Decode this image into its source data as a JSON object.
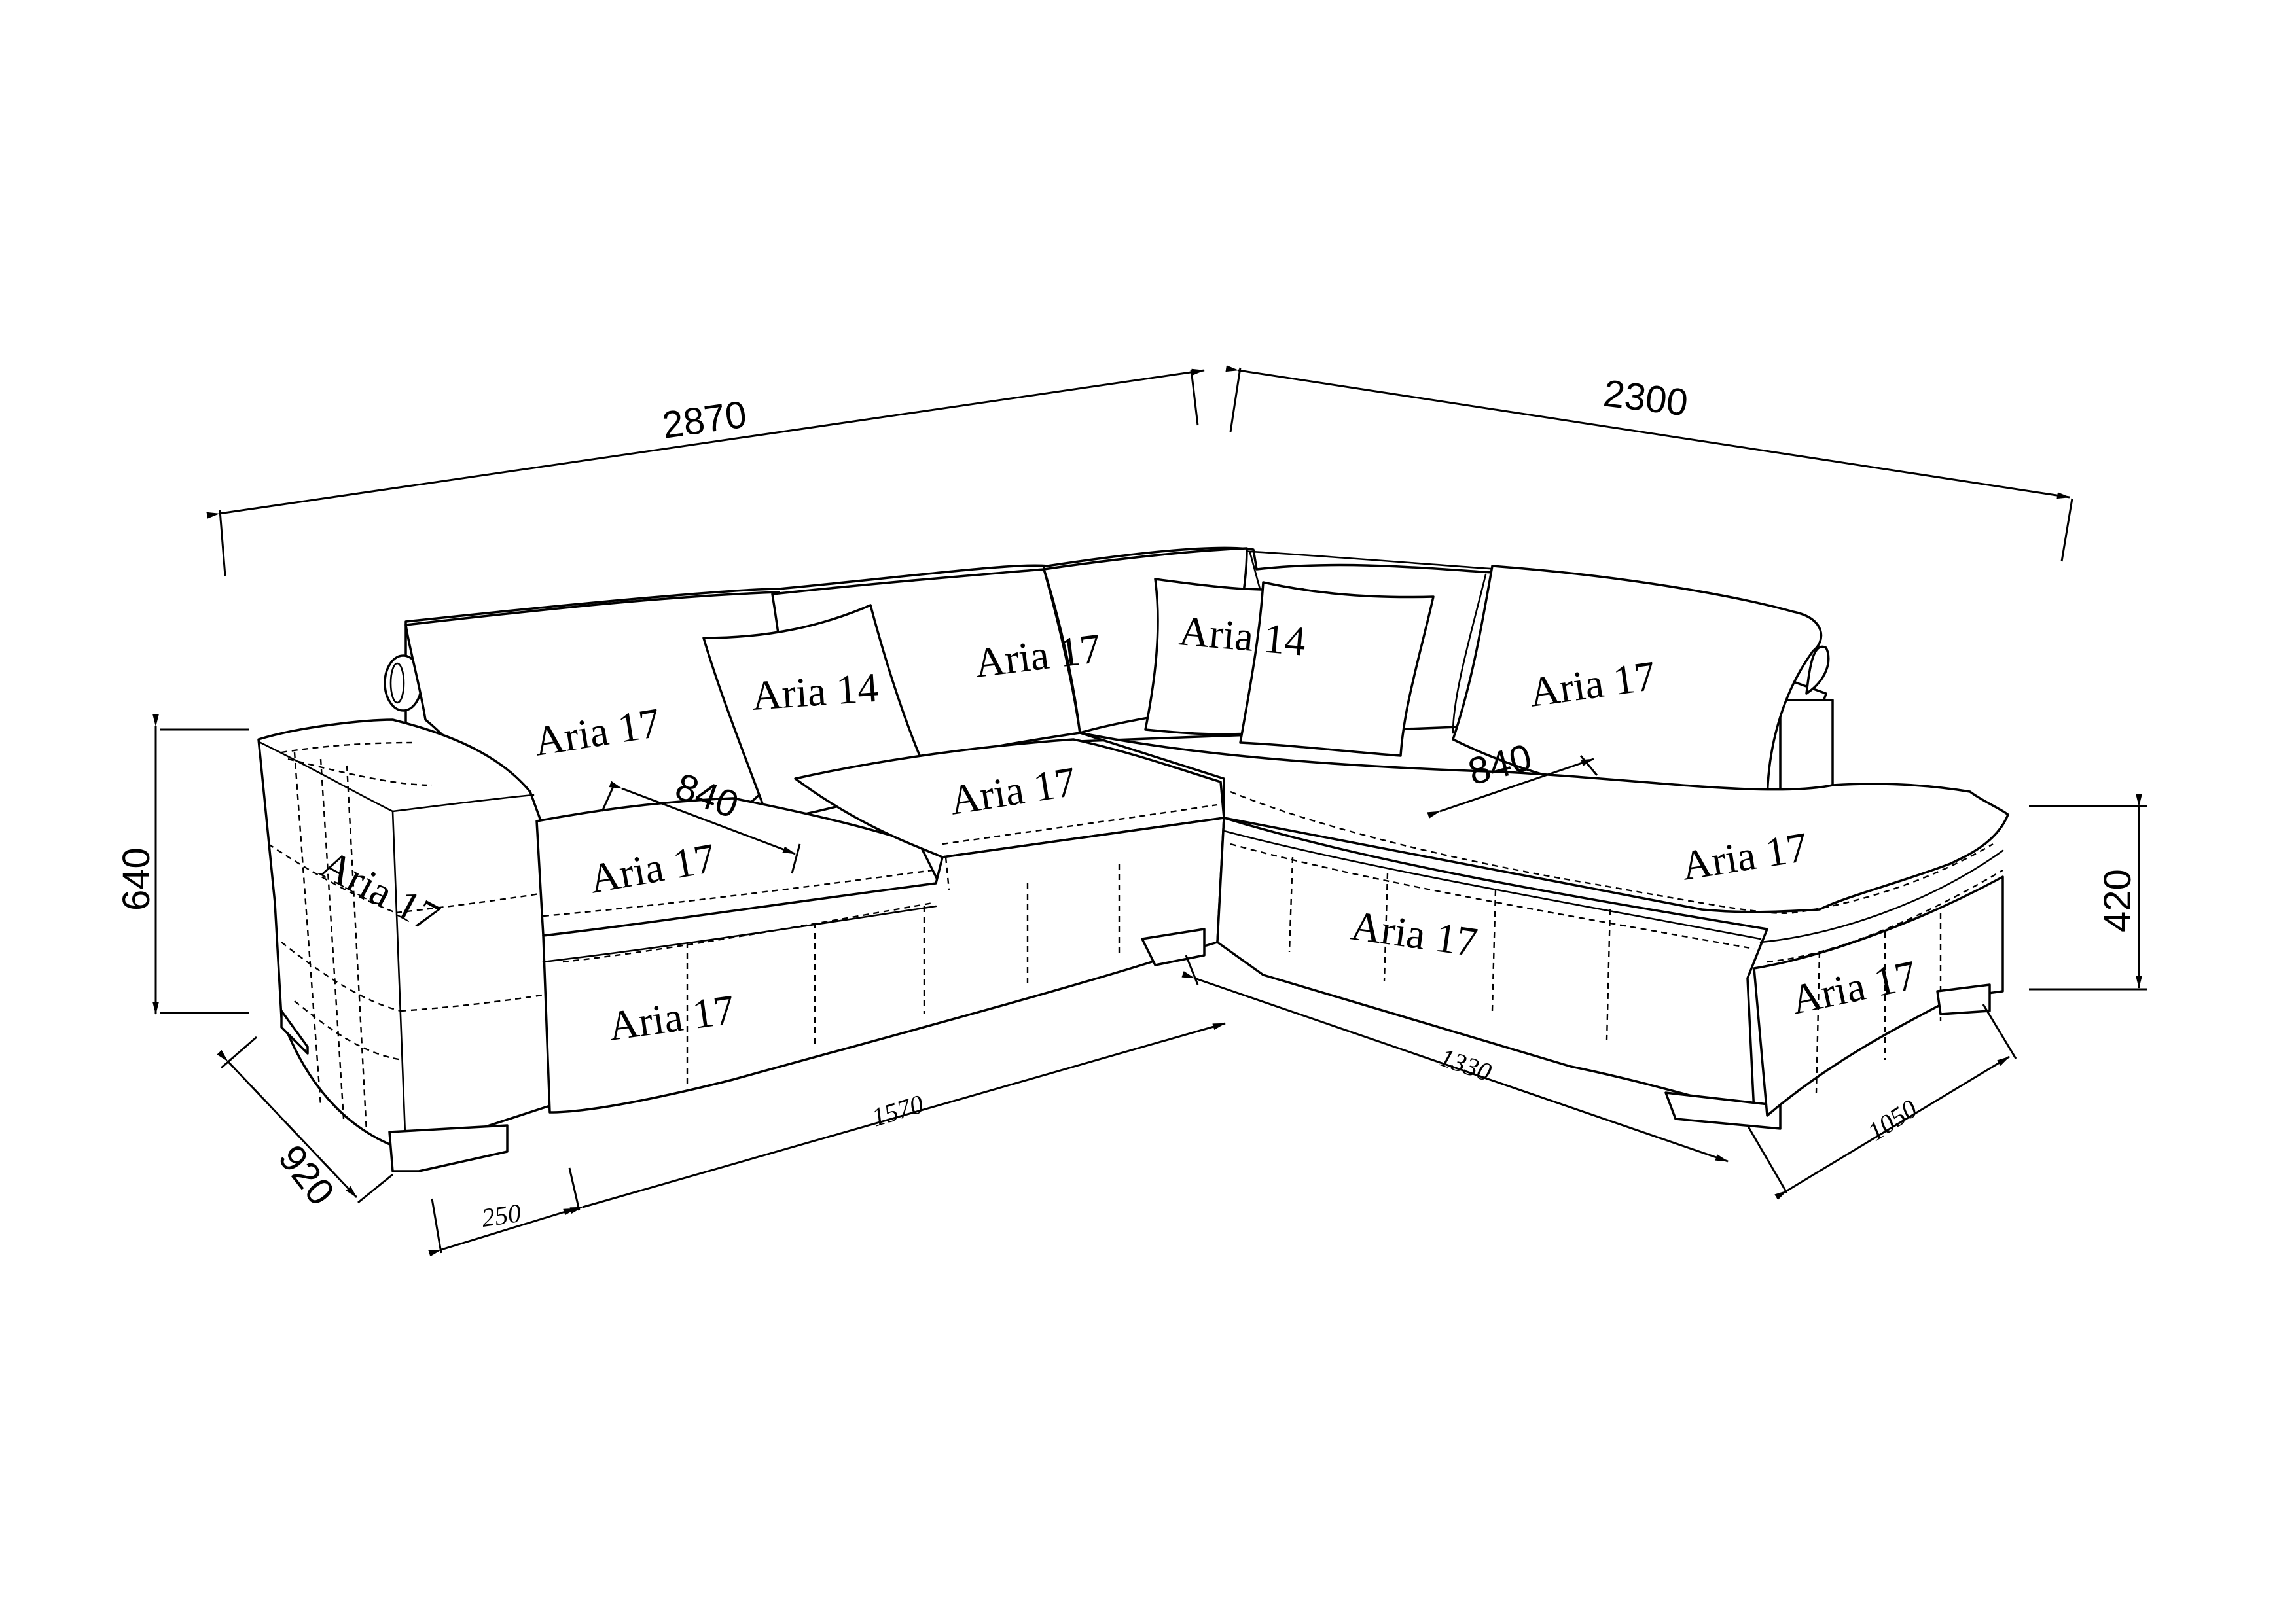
{
  "dimensions": {
    "overall_left_length": "2870",
    "overall_right_length": "2300",
    "height_total": "640",
    "seat_height": "420",
    "depth": "920",
    "armrest_width": "250",
    "front_seat_run": "1570",
    "corner_run": "1330",
    "chaise_width": "1050",
    "seat_depth_left": "840",
    "seat_depth_right": "840"
  },
  "labels": {
    "back_cushion_left": "Aria 17",
    "back_cushion_center": "Aria 17",
    "back_cushion_right": "Aria 17",
    "pillow_left": "Aria 14",
    "pillow_right": "Aria 14",
    "armrest": "Aria 17",
    "seat_left": "Aria 17",
    "seat_center": "Aria 17",
    "chaise_seat": "Aria 17",
    "base_front": "Aria 17",
    "base_corner": "Aria 17",
    "chaise_end": "Aria 17"
  }
}
